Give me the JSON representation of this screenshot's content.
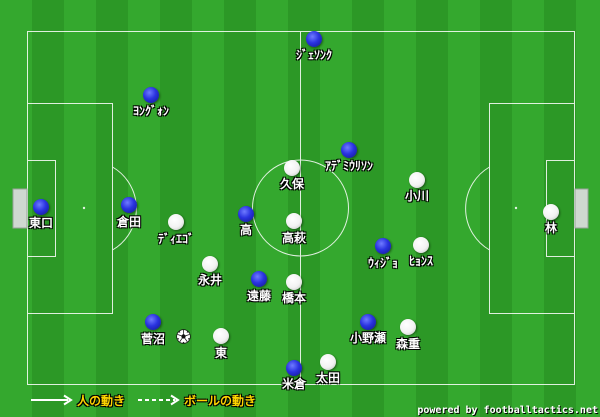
{
  "colors": {
    "line": "#ffffff",
    "team_blue": "#2a33e0",
    "team_white": "#f2f2f2",
    "legend_text": "#ffd400"
  },
  "players": [
    {
      "label": "ｼﾞｪｿﾝｸ",
      "team": "blue"
    },
    {
      "label": "ﾖﾝｸﾞｫﾝ",
      "team": "blue"
    },
    {
      "label": "東口",
      "team": "blue"
    },
    {
      "label": "倉田",
      "team": "blue"
    },
    {
      "label": "ｱﾃﾞﾐｳﾘｿﾝ",
      "team": "blue"
    },
    {
      "label": "高",
      "team": "blue"
    },
    {
      "label": "ｳｨｼﾞｮ",
      "team": "blue"
    },
    {
      "label": "遠藤",
      "team": "blue"
    },
    {
      "label": "菅沼",
      "team": "blue"
    },
    {
      "label": "小野瀬",
      "team": "blue"
    },
    {
      "label": "米倉",
      "team": "blue"
    },
    {
      "label": "久保",
      "team": "white"
    },
    {
      "label": "小川",
      "team": "white"
    },
    {
      "label": "ﾃﾞｨｴｺﾞ",
      "team": "white"
    },
    {
      "label": "高萩",
      "team": "white"
    },
    {
      "label": "林",
      "team": "white"
    },
    {
      "label": "ﾋｮﾝｽ",
      "team": "white"
    },
    {
      "label": "永井",
      "team": "white"
    },
    {
      "label": "橋本",
      "team": "white"
    },
    {
      "label": "森重",
      "team": "white"
    },
    {
      "label": "東",
      "team": "white"
    },
    {
      "label": "太田",
      "team": "white"
    }
  ],
  "legend": {
    "player_move": "人の動き",
    "ball_move": "ボールの動き"
  },
  "footer": {
    "credit": "powered by footballtactics.net"
  },
  "icons": {
    "ball": "soccer-ball-icon"
  }
}
